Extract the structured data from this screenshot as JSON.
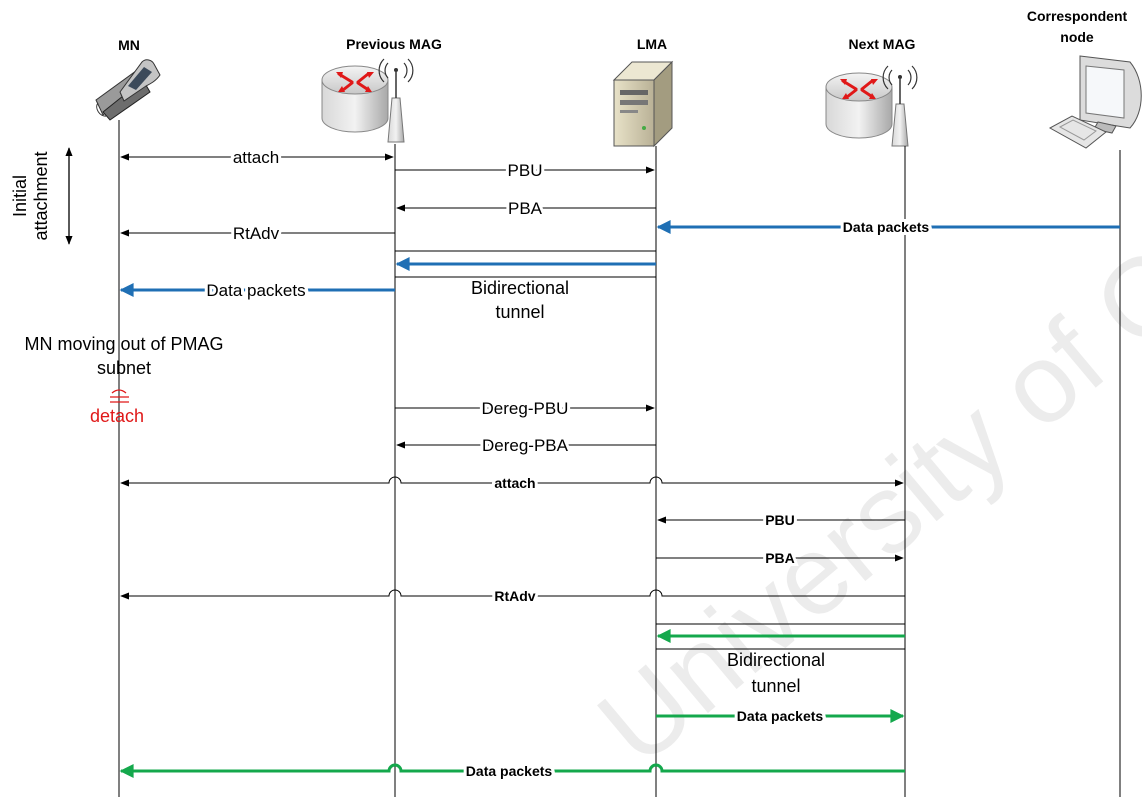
{
  "nodes": {
    "mn": "MN",
    "pmag": "Previous MAG",
    "lma": "LMA",
    "nmag": "Next MAG",
    "cn_line1": "Correspondent",
    "cn_line2": "node"
  },
  "initial_attachment": {
    "line1": "Initial",
    "line2": "attachment"
  },
  "messages": {
    "attach1": "attach",
    "pbu1": "PBU",
    "pba1": "PBA",
    "rtadv1": "RtAdv",
    "data_cn_lma": "Data packets",
    "tunnel1_line1": "Bidirectional",
    "tunnel1_line2": "tunnel",
    "data_pmag_mn": "Data packets",
    "moving_line1": "MN moving out of PMAG",
    "moving_line2": "subnet",
    "detach": "detach",
    "dereg_pbu": "Dereg-PBU",
    "dereg_pba": "Dereg-PBA",
    "attach2": "attach",
    "pbu2": "PBU",
    "pba2": "PBA",
    "rtadv2": "RtAdv",
    "tunnel2_line1": "Bidirectional",
    "tunnel2_line2": "tunnel",
    "data_lma_nmag": "Data packets",
    "data_nmag_mn": "Data packets"
  },
  "watermark": "University of Cape Town",
  "colors": {
    "blue": "#1f6fb4",
    "green": "#14a84c",
    "red": "#e01818",
    "line": "#000000"
  },
  "icons": {
    "mn": "mobile-phone-icon",
    "pmag": "wireless-router-icon",
    "lma": "server-icon",
    "nmag": "wireless-router-icon",
    "cn": "desktop-computer-icon"
  }
}
